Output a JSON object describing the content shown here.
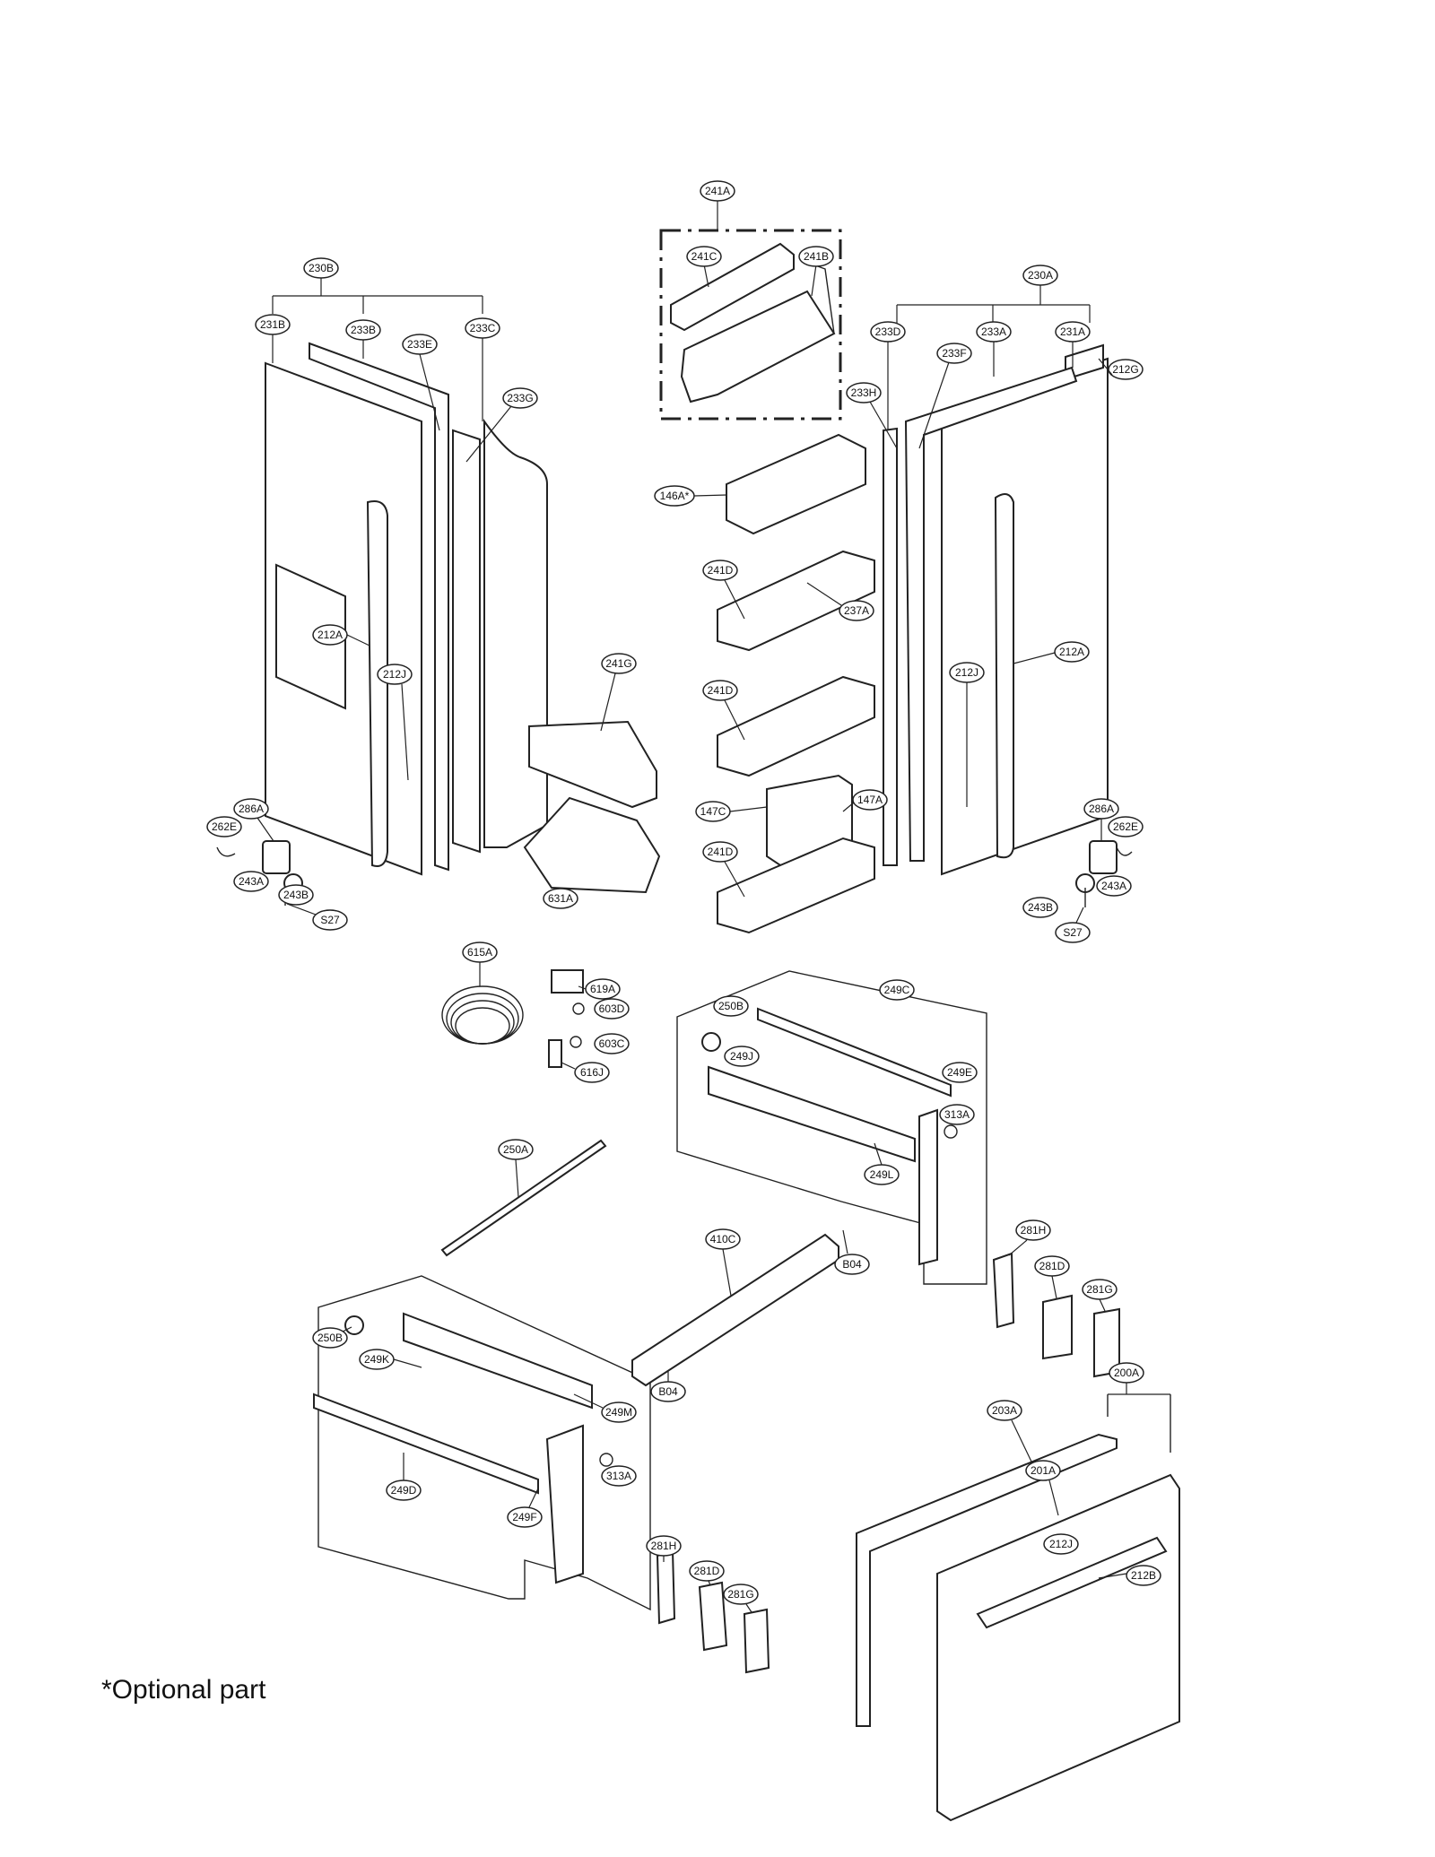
{
  "footnote": "*Optional part",
  "callouts": {
    "c241A": "241A",
    "c241C": "241C",
    "c241B": "241B",
    "c230B": "230B",
    "c231B": "231B",
    "c233B": "233B",
    "c233E": "233E",
    "c233C": "233C",
    "c233G": "233G",
    "c230A": "230A",
    "c233D": "233D",
    "c233A": "233A",
    "c231A": "231A",
    "c233F": "233F",
    "c212G": "212G",
    "c233H": "233H",
    "c146A": "146A*",
    "c241D_1": "241D",
    "c237A": "237A",
    "c241D_2": "241D",
    "c241D_3": "241D",
    "c147C": "147C",
    "c147A": "147A",
    "c241G": "241G",
    "c631A": "631A",
    "c212A_L": "212A",
    "c212J_L": "212J",
    "c212A_R": "212A",
    "c212J_R": "212J",
    "c286A_L": "286A",
    "c262E_L": "262E",
    "c243A_L": "243A",
    "c243B_L": "243B",
    "cS27_L": "S27",
    "c286A_R": "286A",
    "c262E_R": "262E",
    "c243B_R": "243B",
    "c243A_R": "243A",
    "cS27_R": "S27",
    "c615A": "615A",
    "c619A": "619A",
    "c603D": "603D",
    "c603C": "603C",
    "c616J": "616J",
    "c249C": "249C",
    "c250B_R": "250B",
    "c249J": "249J",
    "c249E": "249E",
    "c313A_R": "313A",
    "c249L": "249L",
    "c250A": "250A",
    "c410C": "410C",
    "cB04_R": "B04",
    "cB04_L": "B04",
    "c281H_R": "281H",
    "c281D_R": "281D",
    "c281G_R": "281G",
    "c250B_L": "250B",
    "c249K": "249K",
    "c249M": "249M",
    "c313A_L": "313A",
    "c249D": "249D",
    "c249F": "249F",
    "c281H_L": "281H",
    "c281D_L": "281D",
    "c281G_L": "281G",
    "c200A": "200A",
    "c203A": "203A",
    "c201A": "201A",
    "c212J_D": "212J",
    "c212B": "212B"
  }
}
